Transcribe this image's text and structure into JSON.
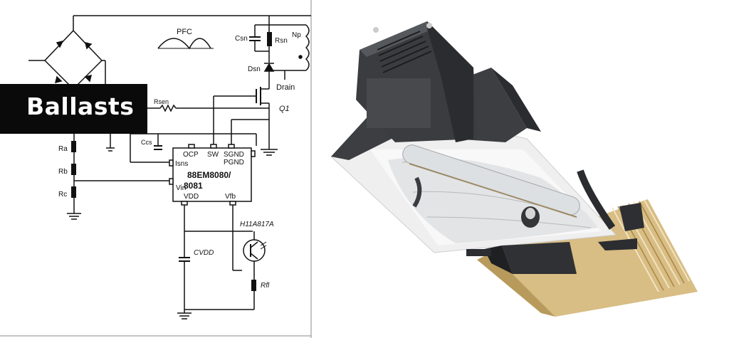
{
  "banner": {
    "title": "Ballasts"
  },
  "schematic": {
    "pfc_label": "PFC",
    "chip": {
      "part": "88EM8080/",
      "part2": "8081",
      "pins": {
        "ocp": "OCP",
        "sw": "SW",
        "sgnd": "SGND",
        "pgnd": "PGND",
        "isns": "Isns",
        "vin": "Vin",
        "vdd": "VDD",
        "vfb": "Vfb"
      }
    },
    "components": {
      "c_sn": "Csn",
      "r_sn": "Rsn",
      "n_p": "Np",
      "d_sn": "Dsn",
      "drain": "Drain",
      "r_sen": "Rsen",
      "q1": "Q1",
      "c_cs": "Ccs",
      "r_a": "Ra",
      "r_b": "Rb",
      "r_c": "Rc",
      "optocoupler": "H11A817A",
      "c_vdd": "CVDD",
      "r_fl": "Rfl"
    }
  },
  "colors": {
    "banner_bg": "#0a0a0a",
    "banner_text": "#ffffff",
    "housing": "#3c3e41",
    "heatsink": "#d8bd84",
    "reflector": "#ededed"
  }
}
